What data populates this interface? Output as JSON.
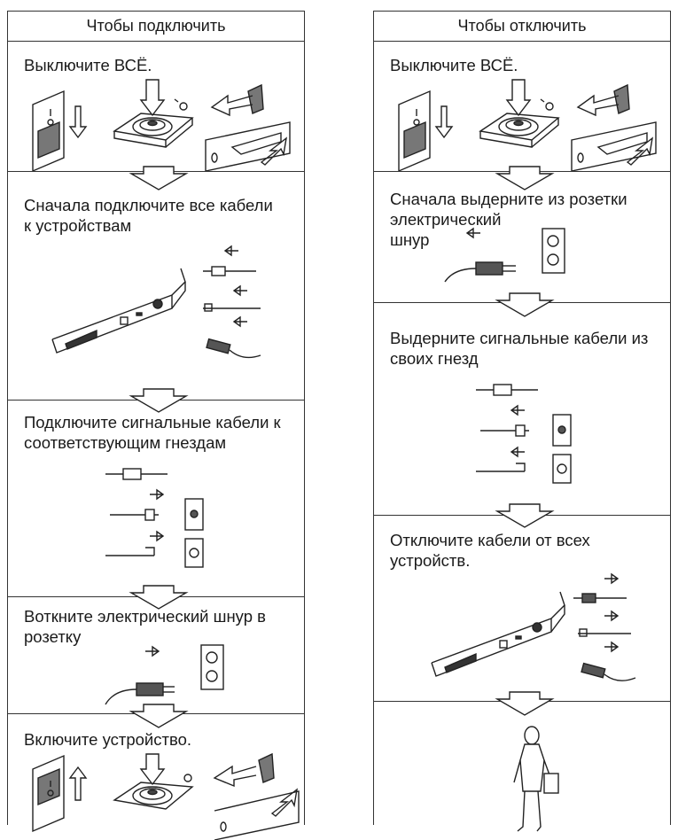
{
  "connect": {
    "title": "Чтобы подключить",
    "steps": [
      {
        "text": "Выключите ВСЁ."
      },
      {
        "text": "Сначала подключите все кабели к устройствам"
      },
      {
        "text": "Подключите сигнальные кабели к соответствующим гнездам"
      },
      {
        "text": "Воткните электрический шнур в розетку"
      },
      {
        "text": "Включите устройство."
      }
    ]
  },
  "disconnect": {
    "title": "Чтобы отключить",
    "steps": [
      {
        "text": "Выключите ВСЁ."
      },
      {
        "text": "Сначала выдерните из розетки электрический\nшнур"
      },
      {
        "text": "Выдерните сигнальные кабели из своих гнезд"
      },
      {
        "text": "Отключите кабели от всех устройств."
      },
      {
        "text": ""
      }
    ]
  },
  "switch_symbols": {
    "off": "|",
    "off2": "O"
  }
}
